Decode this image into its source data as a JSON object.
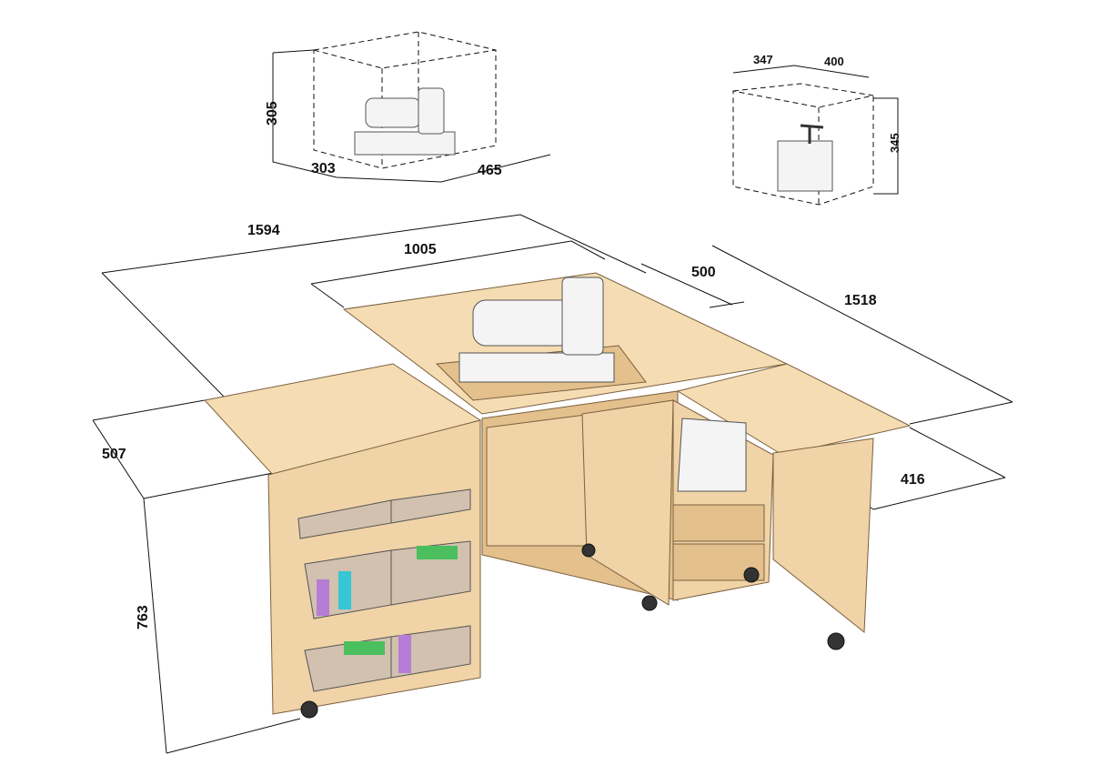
{
  "diagram": {
    "title": "Sewing cabinet dimensions",
    "sewing_machine_box": {
      "height": "305",
      "depth": "303",
      "width": "465"
    },
    "overlocker_box": {
      "depth": "347",
      "width": "400",
      "height": "345"
    },
    "cabinet": {
      "total_width": "1594",
      "center_width": "1005",
      "right_leaf_depth": "500",
      "total_depth": "1518",
      "left_leaf_depth": "507",
      "right_side_depth": "416",
      "height": "763"
    },
    "colors": {
      "wood": "#f0d3a6",
      "edge": "#7a6040",
      "line": "#111111"
    }
  }
}
